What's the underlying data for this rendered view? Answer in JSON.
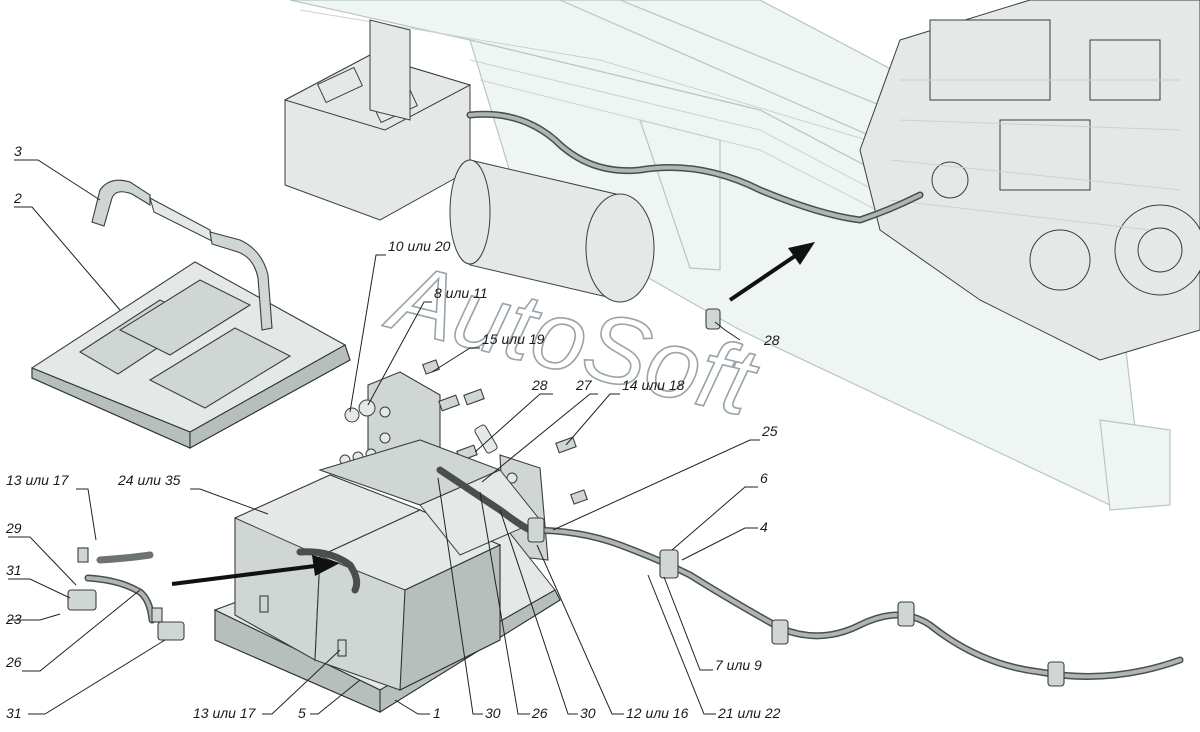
{
  "watermark": "AutoSoft",
  "callouts": [
    {
      "id": "c-3",
      "text": "3"
    },
    {
      "id": "c-2",
      "text": "2"
    },
    {
      "id": "c-10-20",
      "text": "10 или 20"
    },
    {
      "id": "c-8-11",
      "text": "8 или 11"
    },
    {
      "id": "c-15-19",
      "text": "15 или 19"
    },
    {
      "id": "c-28-top",
      "text": "28"
    },
    {
      "id": "c-28-mid",
      "text": "28"
    },
    {
      "id": "c-27",
      "text": "27"
    },
    {
      "id": "c-14-18",
      "text": "14 или 18"
    },
    {
      "id": "c-25",
      "text": "25"
    },
    {
      "id": "c-13-17-top",
      "text": "13 или 17"
    },
    {
      "id": "c-24-35",
      "text": "24 или 35"
    },
    {
      "id": "c-6",
      "text": "6"
    },
    {
      "id": "c-4",
      "text": "4"
    },
    {
      "id": "c-29",
      "text": "29"
    },
    {
      "id": "c-31-top",
      "text": "31"
    },
    {
      "id": "c-23",
      "text": "23"
    },
    {
      "id": "c-26-left",
      "text": "26"
    },
    {
      "id": "c-7-9",
      "text": "7 или 9"
    },
    {
      "id": "c-31-bottom",
      "text": "31"
    },
    {
      "id": "c-13-17-bottom",
      "text": "13 или 17"
    },
    {
      "id": "c-5",
      "text": "5"
    },
    {
      "id": "c-1",
      "text": "1"
    },
    {
      "id": "c-30-a",
      "text": "30"
    },
    {
      "id": "c-26-bottom",
      "text": "26"
    },
    {
      "id": "c-30-b",
      "text": "30"
    },
    {
      "id": "c-12-16",
      "text": "12 или 16"
    },
    {
      "id": "c-21-22",
      "text": "21 или 22"
    }
  ]
}
